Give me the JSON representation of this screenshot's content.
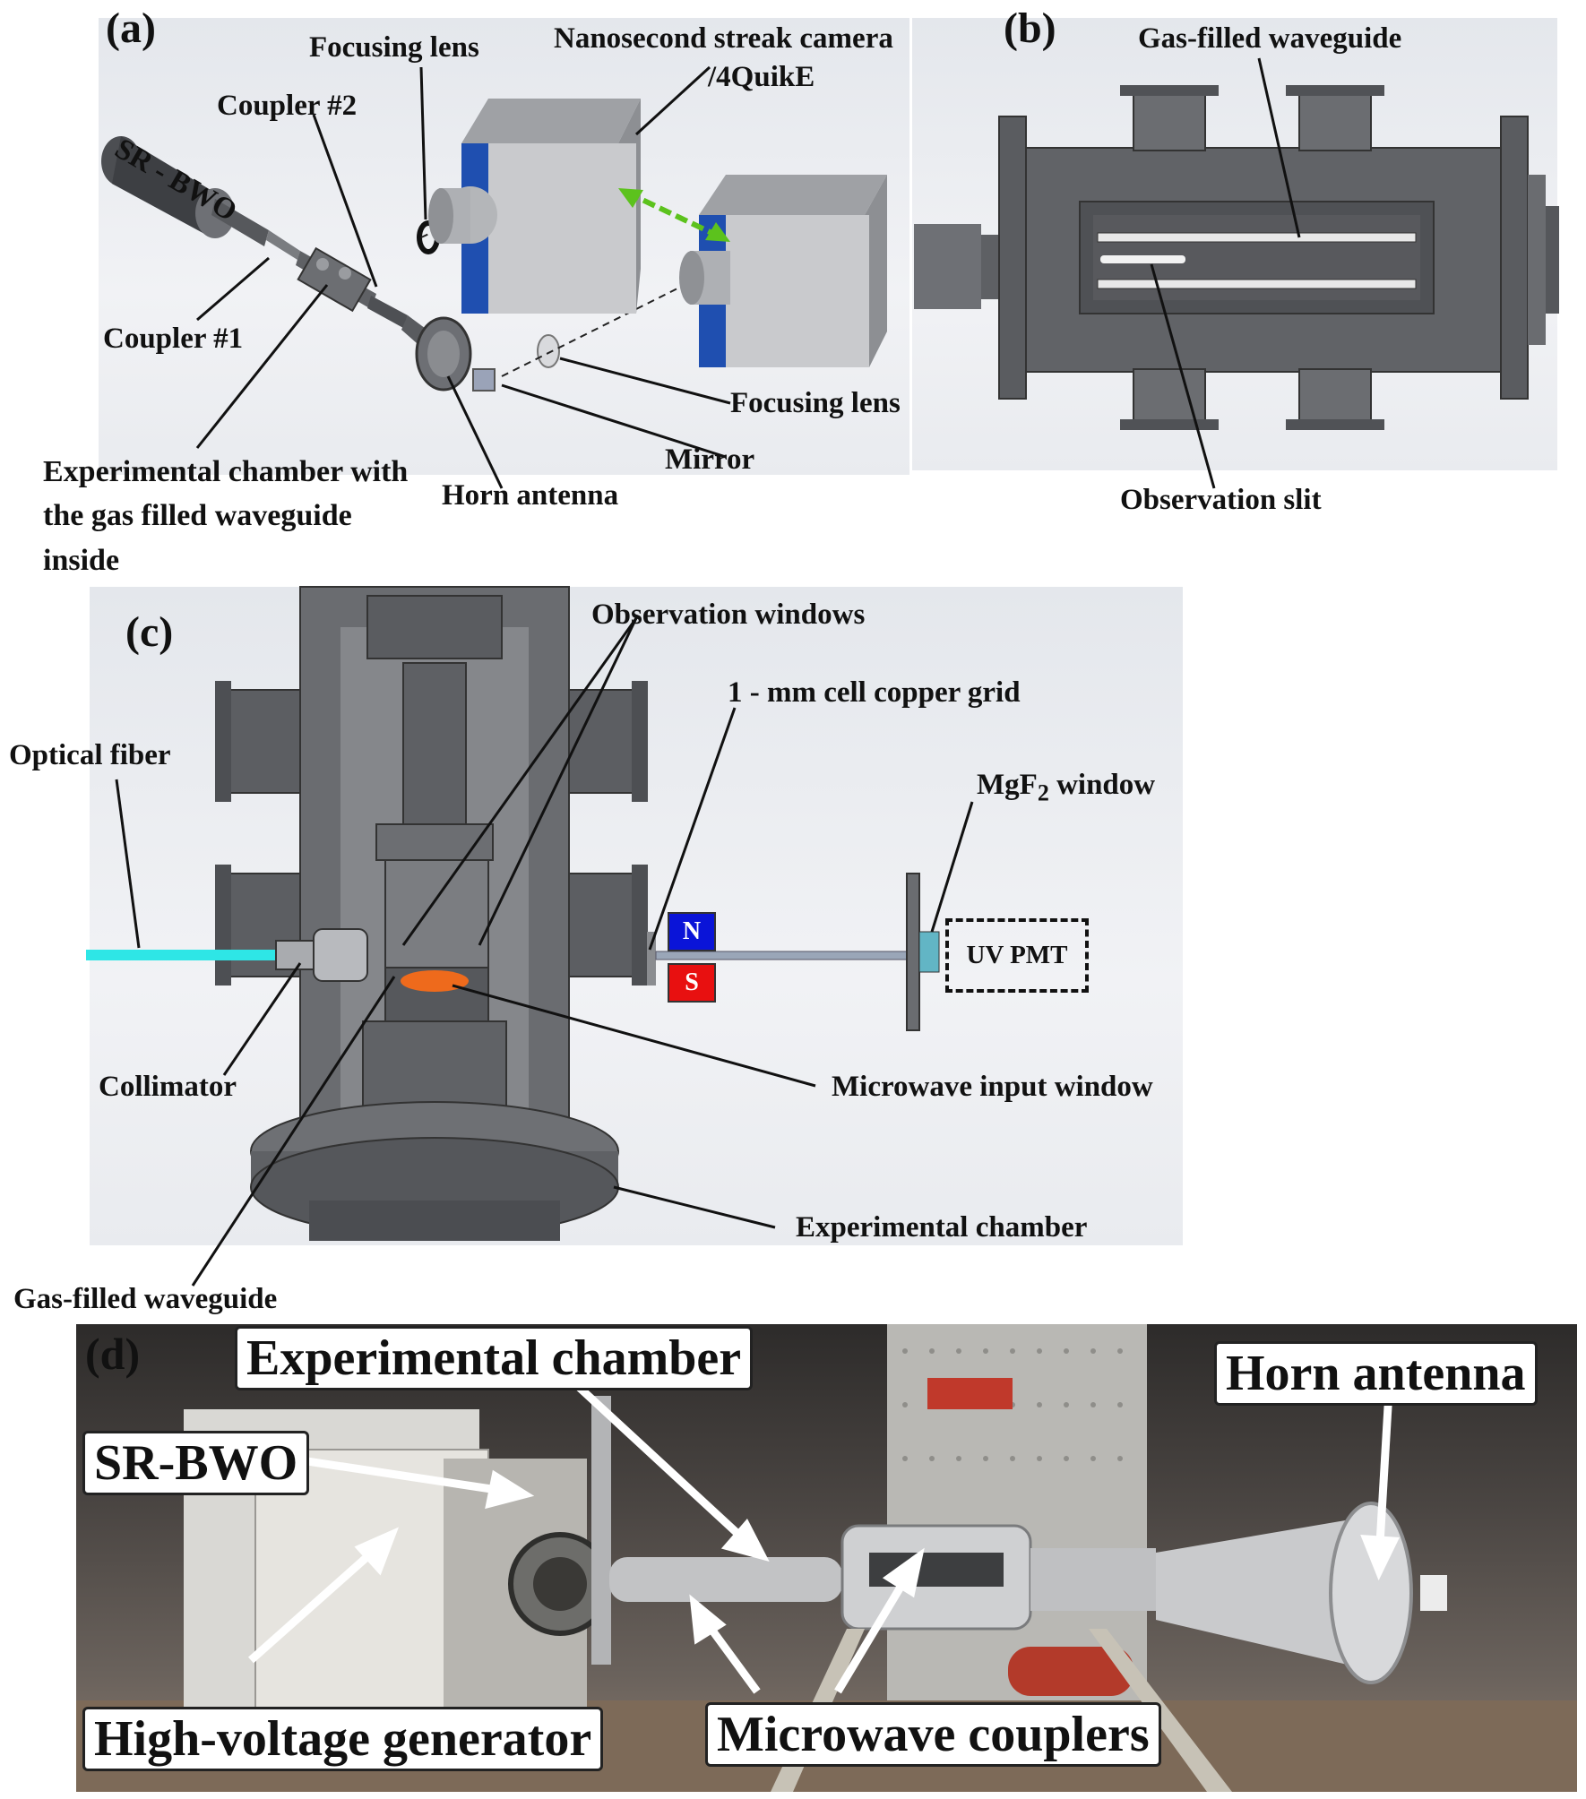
{
  "panel_a": {
    "tag": "(a)",
    "labels": {
      "focusing_lens_top": "Focusing lens",
      "streak_camera_line1": "Nanosecond streak camera",
      "streak_camera_line2": "/4QuikE",
      "coupler2": "Coupler #2",
      "sr_bwo": "SR - BWO",
      "coupler1": "Coupler #1",
      "focusing_lens_bottom": "Focusing lens",
      "mirror": "Mirror",
      "horn_antenna": "Horn antenna",
      "chamber": "Experimental chamber with the gas filled waveguide inside"
    }
  },
  "panel_b": {
    "tag": "(b)",
    "labels": {
      "waveguide": "Gas-filled waveguide",
      "slit": "Observation slit"
    }
  },
  "panel_c": {
    "tag": "(c)",
    "labels": {
      "windows": "Observation windows",
      "grid": "1 - mm cell copper grid",
      "fiber": "Optical fiber",
      "mgf2_prefix": "MgF",
      "mgf2_sub": "2",
      "mgf2_suffix": " window",
      "collimator": "Collimator",
      "input_window": "Microwave input window",
      "chamber": "Experimental chamber",
      "waveguide": "Gas-filled waveguide",
      "pole_n": "N",
      "pole_s": "S",
      "pmt": "UV PMT"
    },
    "colors": {
      "pole_n": "#0a14d8",
      "pole_s": "#e81010",
      "fiber": "#2ee6e6",
      "input_window": "#ee6a1c"
    }
  },
  "panel_d": {
    "tag": "(d)",
    "labels": {
      "chamber": "Experimental chamber",
      "horn": "Horn antenna",
      "sr_bwo": "SR-BWO",
      "hv_generator": "High-voltage generator",
      "couplers": "Microwave couplers"
    }
  },
  "colors": {
    "camera_blue": "#1f4fb0",
    "arrow_green": "#5cc21d",
    "metal_dark": "#5a5c60",
    "metal_light": "#c8c9cc"
  }
}
